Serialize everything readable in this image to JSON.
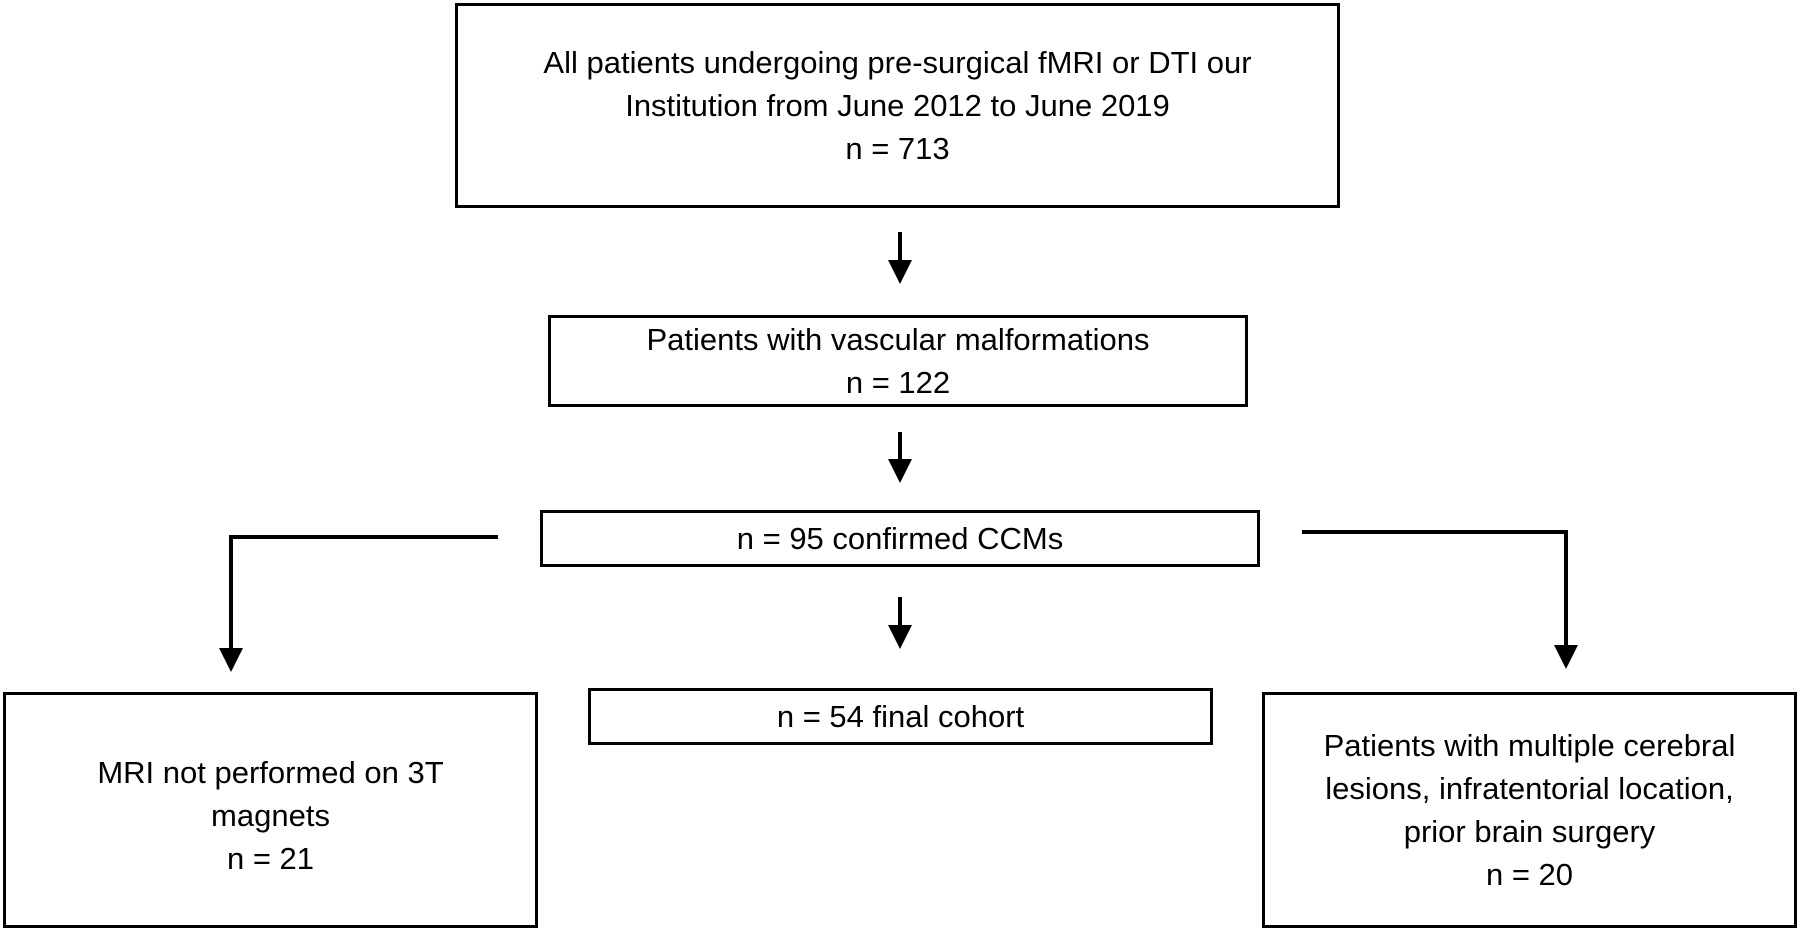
{
  "nodes": {
    "all_patients": {
      "lines": [
        "All patients undergoing pre-surgical fMRI or DTI our",
        "Institution from June 2012 to June 2019",
        "n = 713"
      ]
    },
    "vascular": {
      "lines": [
        "Patients with vascular malformations",
        "n = 122"
      ]
    },
    "confirmed_ccm": {
      "lines": [
        "n = 95 confirmed CCMs"
      ]
    },
    "final_cohort": {
      "lines": [
        "n = 54 final cohort"
      ]
    },
    "excluded_mri": {
      "lines": [
        "MRI not performed on 3T",
        "magnets",
        "n = 21"
      ]
    },
    "excluded_multiple": {
      "lines": [
        "Patients with multiple cerebral",
        "lesions, infratentorial location,",
        "prior brain surgery",
        "n = 20"
      ]
    }
  },
  "edges": [
    {
      "from": "all_patients",
      "to": "vascular"
    },
    {
      "from": "vascular",
      "to": "confirmed_ccm"
    },
    {
      "from": "confirmed_ccm",
      "to": "final_cohort"
    },
    {
      "from": "confirmed_ccm",
      "to": "excluded_mri"
    },
    {
      "from": "confirmed_ccm",
      "to": "excluded_multiple"
    }
  ],
  "colors": {
    "stroke": "#000000",
    "background": "#ffffff"
  }
}
